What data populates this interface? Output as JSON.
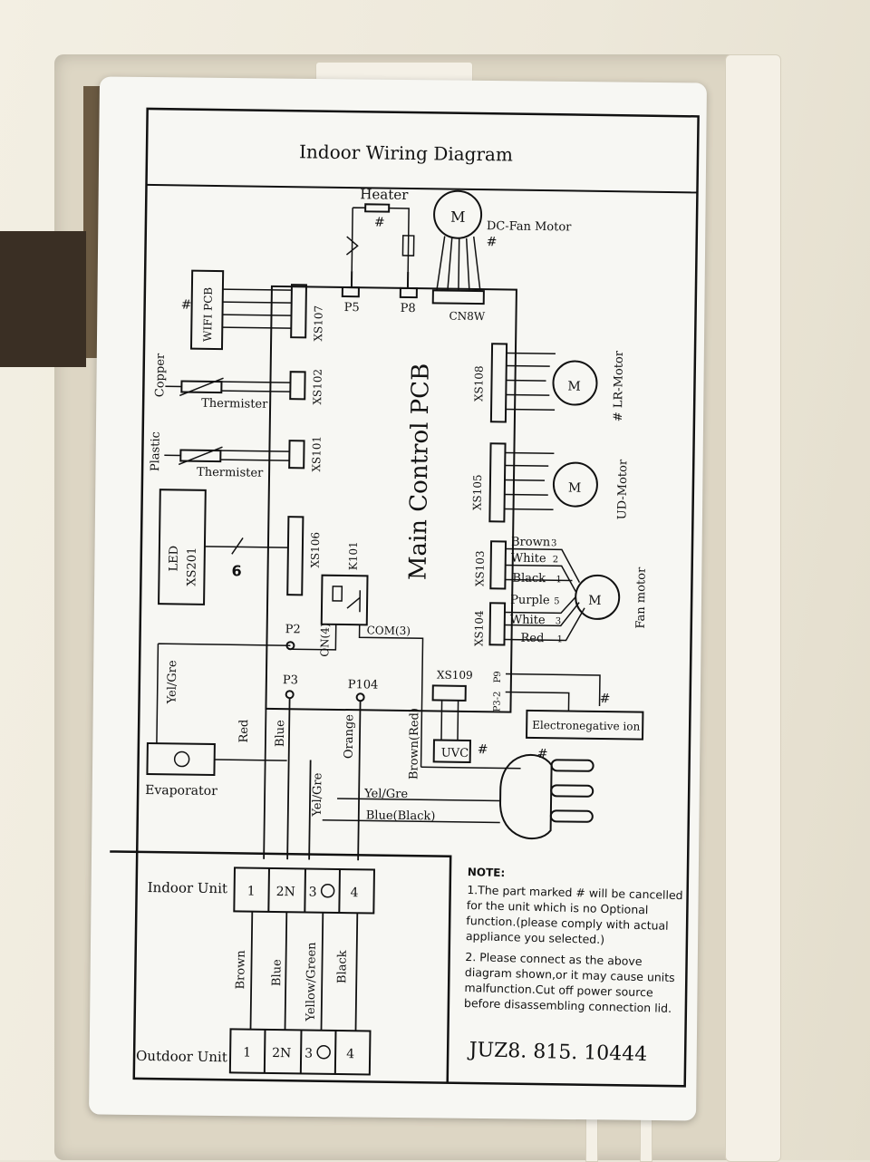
{
  "diagram": {
    "title": "Indoor Wiring Diagram",
    "main_pcb": "Main Control PCB",
    "heater": "Heater",
    "hash": "#",
    "dc_fan_motor": "DC-Fan Motor",
    "motor_m": "M",
    "p5": "P5",
    "p8": "P8",
    "cn8w": "CN8W",
    "wifi_pcb": "WIFI PCB",
    "xs107": "XS107",
    "copper": "Copper",
    "thermister": "Thermister",
    "xs102": "XS102",
    "plastic": "Plastic",
    "xs101": "XS101",
    "led": "LED",
    "xs201": "XS201",
    "six": "6",
    "xs106": "XS106",
    "k101": "K101",
    "on4": "ON(4)",
    "com3": "COM(3)",
    "xs108": "XS108",
    "lr_motor": "# LR-Motor",
    "xs105": "XS105",
    "ud_motor": "UD-Motor",
    "xs103": "XS103",
    "xs104": "XS104",
    "fan_motor": "Fan motor",
    "wire_brown": "Brown",
    "wire_white": "White",
    "wire_black": "Black",
    "wire_purple": "Purple",
    "wire_red": "Red",
    "n3": "3",
    "n2": "2",
    "n1": "1",
    "n5": "5",
    "p2": "P2",
    "p3": "P3",
    "p104": "P104",
    "xs109": "XS109",
    "p9": "P9",
    "p3_2": "P3-2",
    "uvc": "UVC",
    "electronegative_ion": "Electronegative ion",
    "yel_gre": "Yel/Gre",
    "red": "Red",
    "blue": "Blue",
    "orange": "Orange",
    "brown_red": "Brown(Red)",
    "blue_black": "Blue(Black)",
    "evaporator": "Evaporator",
    "indoor_unit": "Indoor Unit",
    "outdoor_unit": "Outdoor Unit",
    "term_1": "1",
    "term_2n": "2N",
    "term_3": "3",
    "term_4": "4",
    "wire_blue": "Blue",
    "wire_yellow_green": "Yellow/Green"
  },
  "notes": {
    "heading": "NOTE:",
    "note1": "1.The part marked # will be cancelled for the unit which is no Optional function.(please comply with actual appliance you selected.)",
    "note2": "2. Please connect as the above diagram shown,or it may cause units malfunction.Cut off power source before disassembling connection lid."
  },
  "code": "JUZ8. 815. 10444"
}
